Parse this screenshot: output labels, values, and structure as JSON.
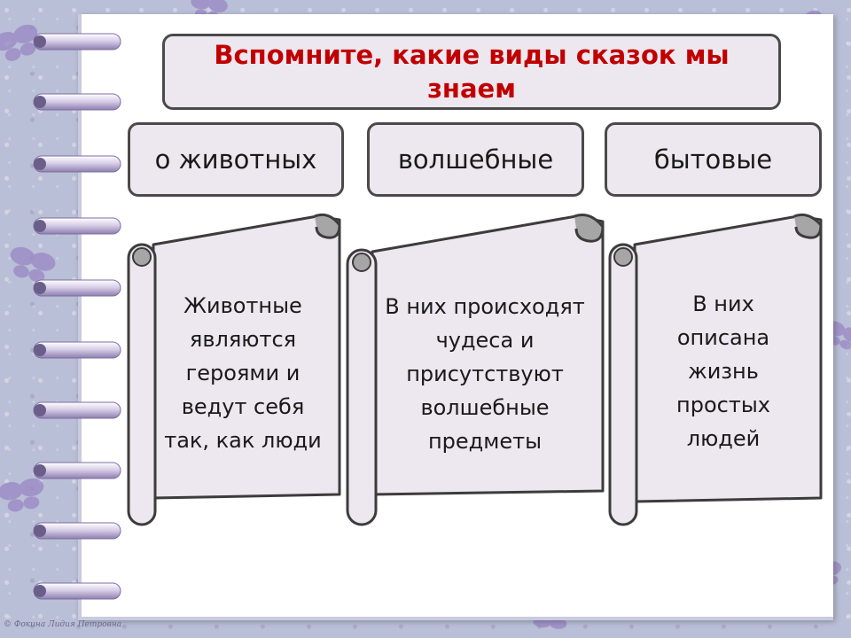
{
  "slide": {
    "title": "Вспомните, какие виды сказок мы знаем",
    "categories": [
      {
        "label": "о животных",
        "description": "Животные являются героями и ведут себя так, как люди"
      },
      {
        "label": "волшебные",
        "description": "В них происходят чудеса и присутствуют волшебные предметы"
      },
      {
        "label": "бытовые",
        "description": "В них описана жизнь простых людей"
      }
    ],
    "watermark": "© Фокина Лидия Петровна"
  },
  "colors": {
    "title_text": "#c00000",
    "box_fill": "#ede7ef",
    "box_border": "#4a4a4a",
    "background": "#b9bfd6",
    "ring": "#c6b8dc"
  },
  "icons": [
    "butterfly-icon",
    "binder-ring-icon",
    "scroll-icon"
  ]
}
